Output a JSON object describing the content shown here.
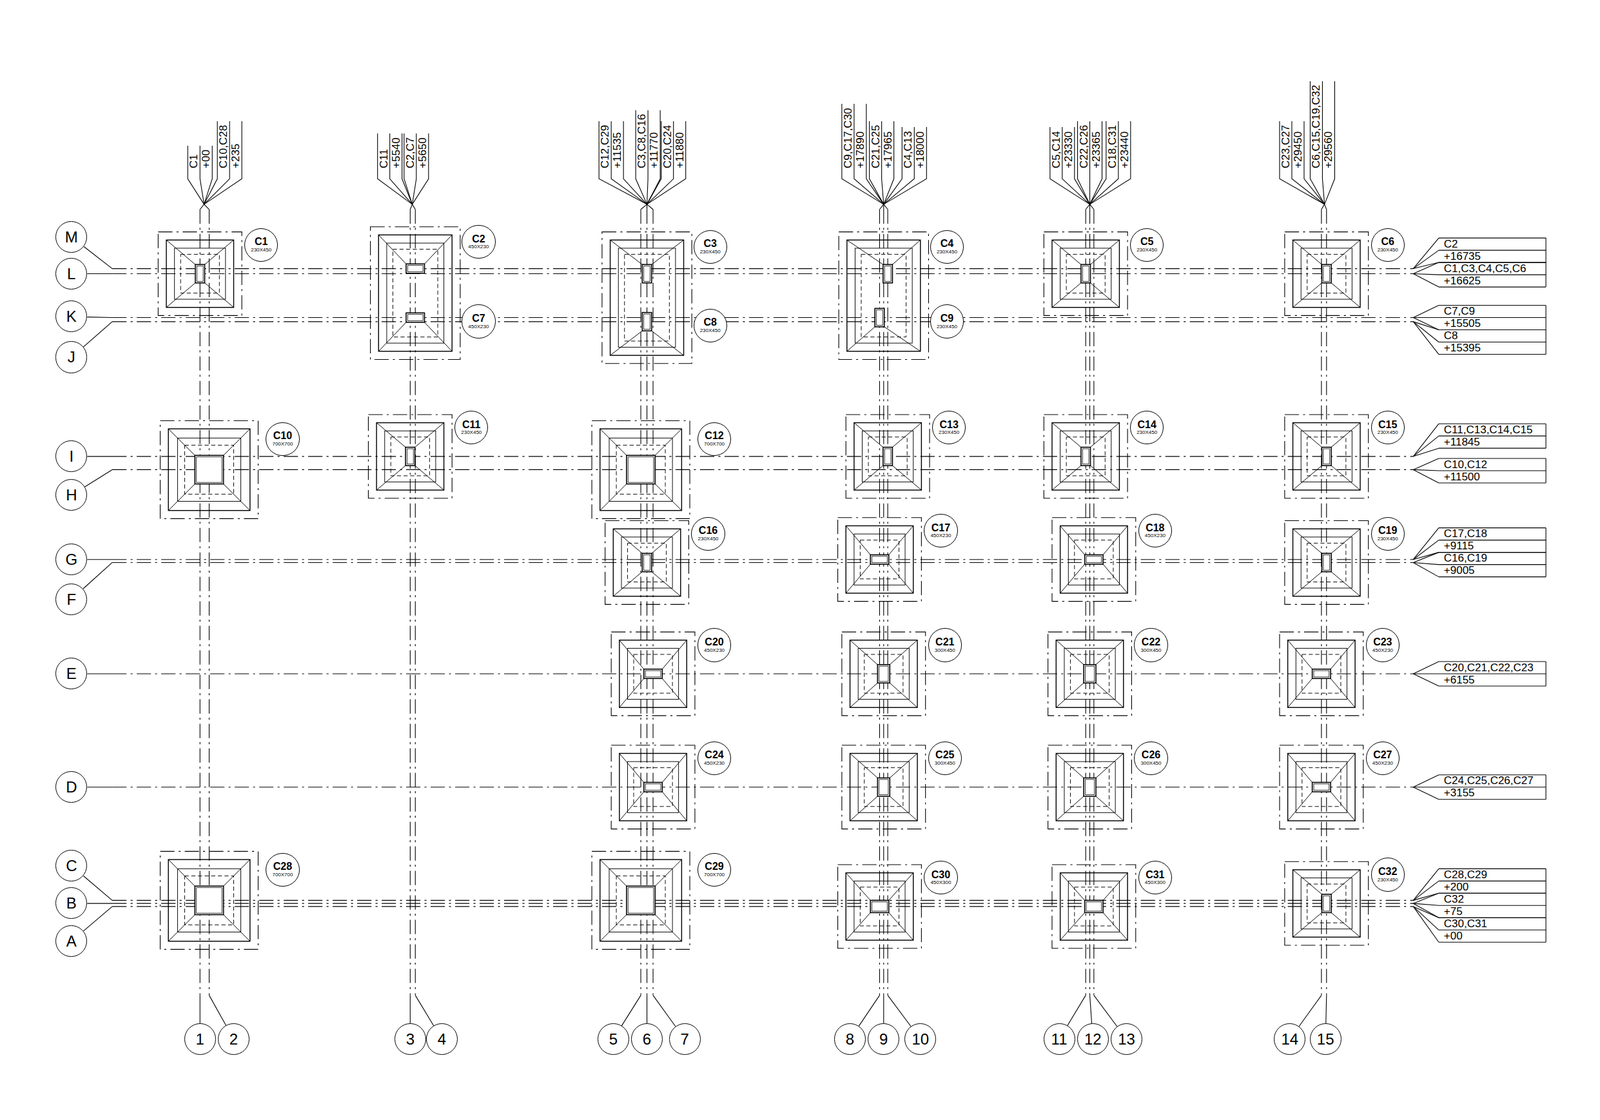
{
  "diagram": {
    "nodes": [
      {
        "text": [
          "M"
        ]
      },
      {
        "text": [
          "L"
        ]
      },
      {
        "text": [
          "K"
        ]
      },
      {
        "text": [
          "J"
        ]
      },
      {
        "text": [
          "I"
        ]
      },
      {
        "text": [
          "H"
        ]
      },
      {
        "text": [
          "G"
        ]
      },
      {
        "text": [
          "F"
        ]
      },
      {
        "text": [
          "E"
        ]
      },
      {
        "text": [
          "D"
        ]
      },
      {
        "text": [
          "C"
        ]
      },
      {
        "text": [
          "B"
        ]
      },
      {
        "text": [
          "A"
        ]
      },
      {
        "text": [
          "C1",
          "230X450"
        ]
      },
      {
        "text": [
          "C2",
          "450X230"
        ]
      },
      {
        "text": [
          "C3",
          "230X450"
        ]
      },
      {
        "text": [
          "C4",
          "230X450"
        ]
      },
      {
        "text": [
          "C5",
          "230X450"
        ]
      },
      {
        "text": [
          "C6",
          "230X450"
        ]
      },
      {
        "text": [
          "C7",
          "450X230"
        ]
      },
      {
        "text": [
          "C8",
          "230X450"
        ]
      },
      {
        "text": [
          "C9",
          "230X450"
        ]
      },
      {
        "text": [
          "C10",
          "700X700"
        ]
      },
      {
        "text": [
          "C11",
          "230X450"
        ]
      },
      {
        "text": [
          "C12",
          "700X700"
        ]
      },
      {
        "text": [
          "C13",
          "230X450"
        ]
      },
      {
        "text": [
          "C14",
          "230X450"
        ]
      },
      {
        "text": [
          "C15",
          "230X450"
        ]
      },
      {
        "text": [
          "C16",
          "230X450"
        ]
      },
      {
        "text": [
          "C17",
          "450X230"
        ]
      },
      {
        "text": [
          "C18",
          "450X230"
        ]
      },
      {
        "text": [
          "C19",
          "230X450"
        ]
      },
      {
        "text": [
          "C20",
          "450X230"
        ]
      },
      {
        "text": [
          "C21",
          "300X450"
        ]
      },
      {
        "text": [
          "C22",
          "300X450"
        ]
      },
      {
        "text": [
          "C23",
          "450X230"
        ]
      },
      {
        "text": [
          "C24",
          "450X230"
        ]
      },
      {
        "text": [
          "C25",
          "300X450"
        ]
      },
      {
        "text": [
          "C26",
          "300X450"
        ]
      },
      {
        "text": [
          "C27",
          "450X230"
        ]
      },
      {
        "text": [
          "C28",
          "700X700"
        ]
      },
      {
        "text": [
          "C29",
          "700X700"
        ]
      },
      {
        "text": [
          "C30",
          "450X300"
        ]
      },
      {
        "text": [
          "C31",
          "450X300"
        ]
      },
      {
        "text": [
          "C32",
          "230X450"
        ]
      },
      {
        "text": [
          "1"
        ]
      },
      {
        "text": [
          "2"
        ]
      },
      {
        "text": [
          "3"
        ]
      },
      {
        "text": [
          "4"
        ]
      },
      {
        "text": [
          "5"
        ]
      },
      {
        "text": [
          "6"
        ]
      },
      {
        "text": [
          "7"
        ]
      },
      {
        "text": [
          "8"
        ]
      },
      {
        "text": [
          "9"
        ]
      },
      {
        "text": [
          "10"
        ]
      },
      {
        "text": [
          "11"
        ]
      },
      {
        "text": [
          "12"
        ]
      },
      {
        "text": [
          "13"
        ]
      },
      {
        "text": [
          "14"
        ]
      },
      {
        "text": [
          "15"
        ]
      }
    ],
    "labels": [
      "C1",
      "+00",
      "C10,C28",
      "+235",
      "C11",
      "+5540",
      "C2,C7",
      "+5650",
      "C12,C29",
      "+11535",
      "C3,C8,C16",
      "+11770",
      "C20,C24",
      "+11880",
      "C9,C17,C30",
      "+17890",
      "C21,C25",
      "+17965",
      "C4,C13",
      "+18000",
      "C5,C14",
      "+23330",
      "C22,C26",
      "+23365",
      "C18,C31",
      "+23440",
      "C23,C27",
      "+29450",
      "C6,C15,C19,C32",
      "+29560",
      "C2",
      "+16735",
      "C1,C3,C4,C5,C6",
      "+16625",
      "C7,C9",
      "+15505",
      "C8",
      "+15395",
      "C11,C13,C14,C15",
      "+11845",
      "C10,C12",
      "+11500",
      "C17,C18",
      "+9115",
      "C16,C19",
      "+9005",
      "C20,C21,C22,C23",
      "+6155",
      "C24,C25,C26,C27",
      "+3155",
      "C28,C29",
      "+200",
      "C32",
      "+75",
      "C30,C31",
      "+00"
    ]
  }
}
